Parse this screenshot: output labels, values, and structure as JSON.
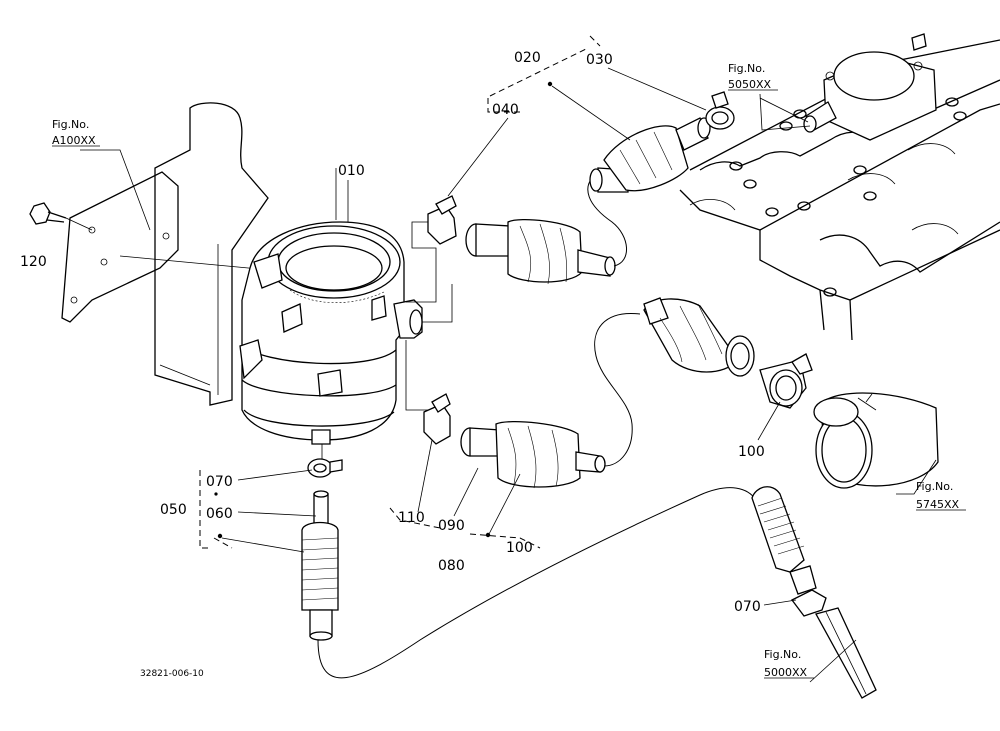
{
  "diagram": {
    "drawing_code": "32821-006-10",
    "part_labels": {
      "p010": "010",
      "p020": "020",
      "p030": "030",
      "p040": "040",
      "p050": "050",
      "p060": "060",
      "p070a": "070",
      "p070b": "070",
      "p080": "080",
      "p090": "090",
      "p100a": "100",
      "p100b": "100",
      "p110": "110",
      "p120": "120"
    },
    "figure_refs": {
      "a100": {
        "title": "Fig.No.",
        "code": "A100XX"
      },
      "f5050": {
        "title": "Fig.No.",
        "code": "5050XX"
      },
      "f5745": {
        "title": "Fig.No.",
        "code": "5745XX"
      },
      "f5000": {
        "title": "Fig.No.",
        "code": "5000XX"
      }
    }
  },
  "colors": {
    "ink": "#000000",
    "paper": "#ffffff"
  }
}
